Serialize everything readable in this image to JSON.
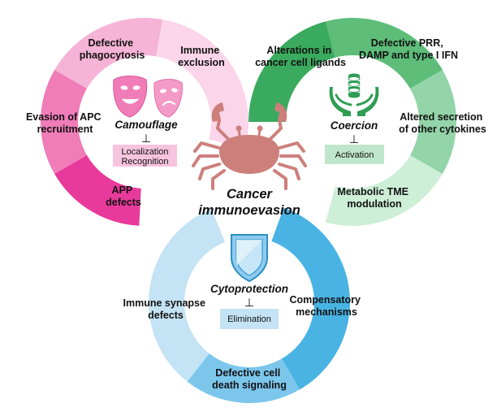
{
  "center": {
    "line1": "Cancer",
    "line2": "immunoevasion"
  },
  "camouflage": {
    "title": "Camouflage",
    "perp": "⊥",
    "box_line1": "Localization",
    "box_line2": "Recognition",
    "segments": [
      {
        "line1": "Defective",
        "line2": "phagocytosis"
      },
      {
        "line1": "Immune",
        "line2": "exclusion"
      },
      {
        "line1": "Evasion of APC",
        "line2": "recruitment"
      },
      {
        "line1": "APP",
        "line2": "defects"
      }
    ],
    "colors": [
      "#f5b3d6",
      "#fbd6ea",
      "#f07cb8",
      "#e83a9b"
    ],
    "icon": "theater-masks-icon"
  },
  "coercion": {
    "title": "Coercion",
    "perp": "⊥",
    "box_line1": "Activation",
    "segments": [
      {
        "line1": "Alterations in",
        "line2": "cancer cell ligands"
      },
      {
        "line1": "Defective PRR,",
        "line2": "DAMP and type I IFN"
      },
      {
        "line1": "Altered secretion",
        "line2": "of other cytokines"
      },
      {
        "line1": "Metabolic TME",
        "line2": "modulation"
      }
    ],
    "colors": [
      "#3aaa5e",
      "#5dbd79",
      "#93d4a8",
      "#cdeed7"
    ],
    "icon": "hands-coins-icon"
  },
  "cytoprotection": {
    "title": "Cytoprotection",
    "perp": "⊥",
    "box_line1": "Elimination",
    "segments": [
      {
        "line1": "Immune synapse",
        "line2": "defects"
      },
      {
        "line1": "Compensatory",
        "line2": "mechanisms"
      },
      {
        "line1": "Defective cell",
        "line2": "death signaling"
      }
    ],
    "colors": [
      "#c4e3f4",
      "#49b3e3",
      "#7cc6ec"
    ],
    "icon": "shield-icon"
  }
}
